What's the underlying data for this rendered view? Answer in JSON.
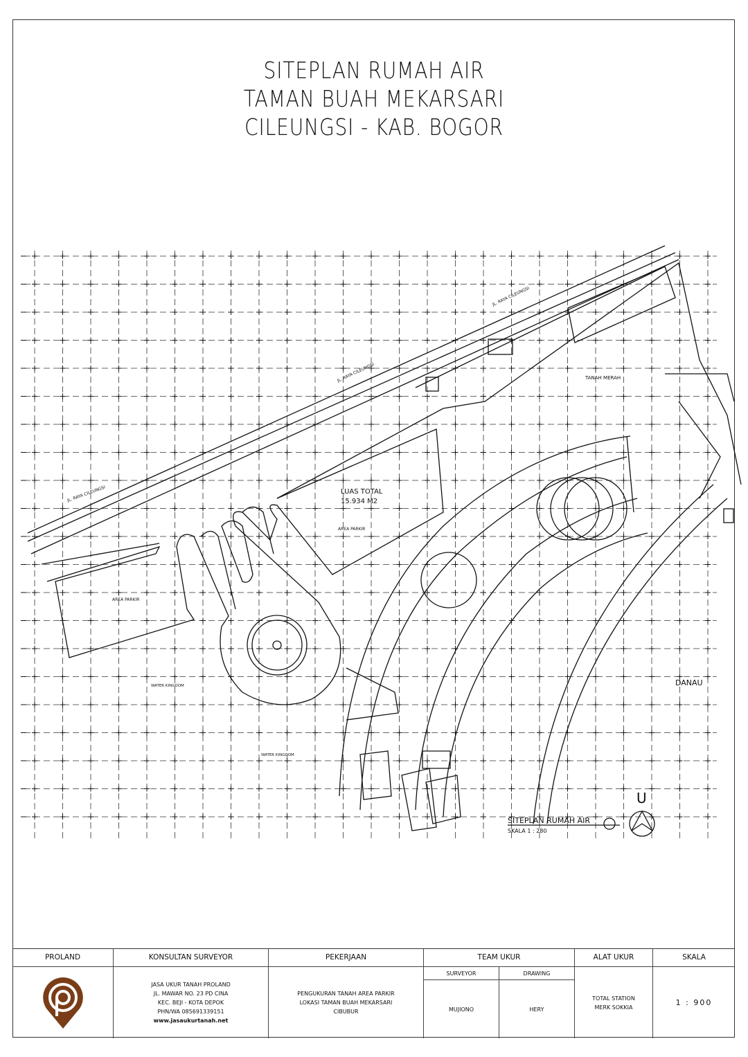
{
  "title": {
    "line1": "SITEPLAN RUMAH AIR",
    "line2": "TAMAN BUAH MEKARSARI",
    "line3": "CILEUNGSI - KAB. BOGOR"
  },
  "plan_labels": {
    "road1": "JL. RAYA CILEUNGSI",
    "road2": "JL. RAYA CILEUNGSI",
    "road3": "JL. RAYA CILEUNGSI",
    "tanah_merah": "TANAH MERAH",
    "luas_label": "LUAS TOTAL",
    "luas_value": "15.934 M2",
    "area_parkir_1": "AREA PARKIR",
    "area_parkir_2": "AREA PARKIR",
    "water_kingdom_1": "WATER KINGDOM",
    "water_kingdom_2": "WATER KINGDOM",
    "danau": "DANAU",
    "siteplan_title": "SITEPLAN RUMAH AIR",
    "siteplan_scale": "SKALA 1 : 280",
    "north": "U"
  },
  "title_block": {
    "headers": {
      "company": "PROLAND",
      "consultant": "KONSULTAN SURVEYOR",
      "project": "PEKERJAAN",
      "team": "TEAM UKUR",
      "instrument": "ALAT UKUR",
      "scale": "SKALA"
    },
    "team_roles": {
      "surveyor": "SURVEYOR",
      "drawing": "DRAWING"
    },
    "consultant_lines": [
      "JASA UKUR TANAH  PROLAND",
      "JL. MAWAR NO. 23 PD CINA",
      "KEC. BEJI - KOTA DEPOK",
      "PHN/WA   085691339151",
      "www.jasaukurtanah.net"
    ],
    "project_lines": [
      "PENGUKURAN TANAH AREA PARKIR",
      "LOKASI TAMAN BUAH MEKARSARI",
      "CIBUBUR"
    ],
    "surveyor": "MUJIONO",
    "drawing": "HERY",
    "instrument_lines": [
      "TOTAL STATION",
      "MERK  SOKKIA"
    ],
    "scale": "1 : 900",
    "logo_color": "#7a3d17"
  }
}
